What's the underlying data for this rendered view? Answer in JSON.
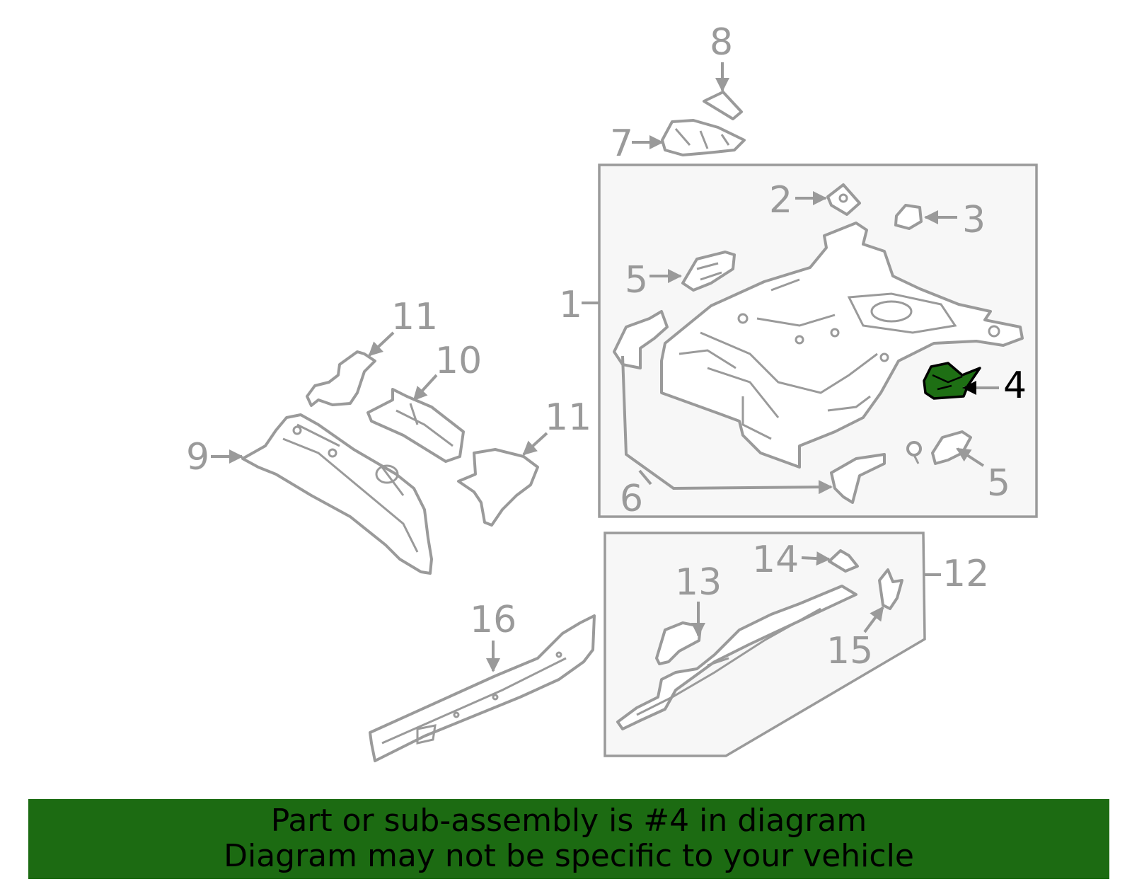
{
  "colors": {
    "line": "#9a9a9a",
    "highlight_fill": "#1e6f14",
    "banner_bg": "#1c6b12",
    "banner_text": "#000000",
    "group_box_fill": "#f7f7f7"
  },
  "highlighted_part": "4",
  "callouts": {
    "c1": "1",
    "c2": "2",
    "c3": "3",
    "c4": "4",
    "c5a": "5",
    "c5b": "5",
    "c6": "6",
    "c7": "7",
    "c8": "8",
    "c9": "9",
    "c10": "10",
    "c11a": "11",
    "c11b": "11",
    "c12": "12",
    "c13": "13",
    "c14": "14",
    "c15": "15",
    "c16": "16"
  },
  "banner": {
    "line1": "Part or sub-assembly is #4 in diagram",
    "line2": "Diagram may not be specific to your vehicle"
  }
}
